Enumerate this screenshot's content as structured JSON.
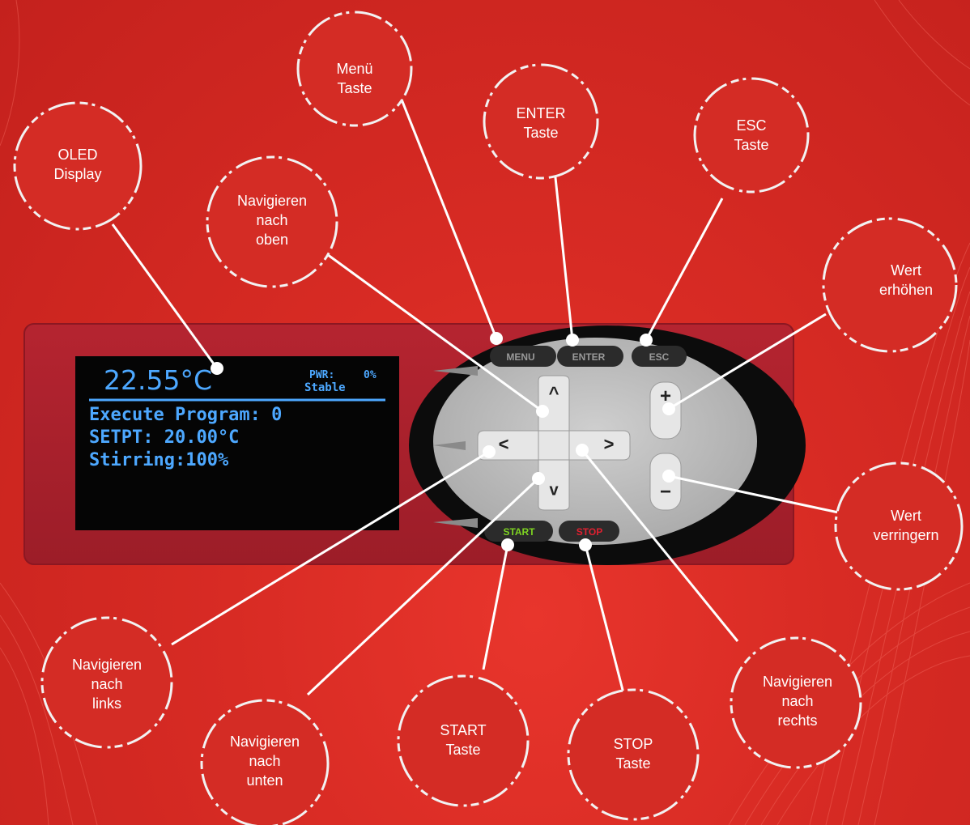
{
  "display": {
    "temperature": "22.55°C",
    "pwr_label": "PWR:",
    "pwr_value": "0%",
    "status": "Stable",
    "line1": "Execute Program: 0",
    "line2": "SETPT: 20.00°C",
    "line3": "Stirring:100%"
  },
  "keypad": {
    "menu": "MENU",
    "enter": "ENTER",
    "esc": "ESC",
    "start": "START",
    "stop": "STOP",
    "plus": "+",
    "minus": "−",
    "up": "^",
    "down": "v",
    "left": "<",
    "right": ">"
  },
  "callouts": {
    "oled": [
      "OLED",
      "Display"
    ],
    "menu": [
      "Menü",
      "Taste"
    ],
    "enter": [
      "ENTER",
      "Taste"
    ],
    "esc": [
      "ESC",
      "Taste"
    ],
    "up": [
      "Navigieren",
      "nach",
      "oben"
    ],
    "inc": [
      "Wert",
      "erhöhen"
    ],
    "dec": [
      "Wert",
      "verringern"
    ],
    "left": [
      "Navigieren",
      "nach",
      "links"
    ],
    "down": [
      "Navigieren",
      "nach",
      "unten"
    ],
    "start": [
      "START",
      "Taste"
    ],
    "stop": [
      "STOP",
      "Taste"
    ],
    "right": [
      "Navigieren",
      "nach",
      "rechts"
    ]
  },
  "colors": {
    "background": "#d82b24",
    "panel": "#a8202c",
    "oled_text": "#4da8ff",
    "start_text": "#7ed321",
    "stop_text": "#e02030",
    "keypad_gray": "#bdbdbd"
  }
}
